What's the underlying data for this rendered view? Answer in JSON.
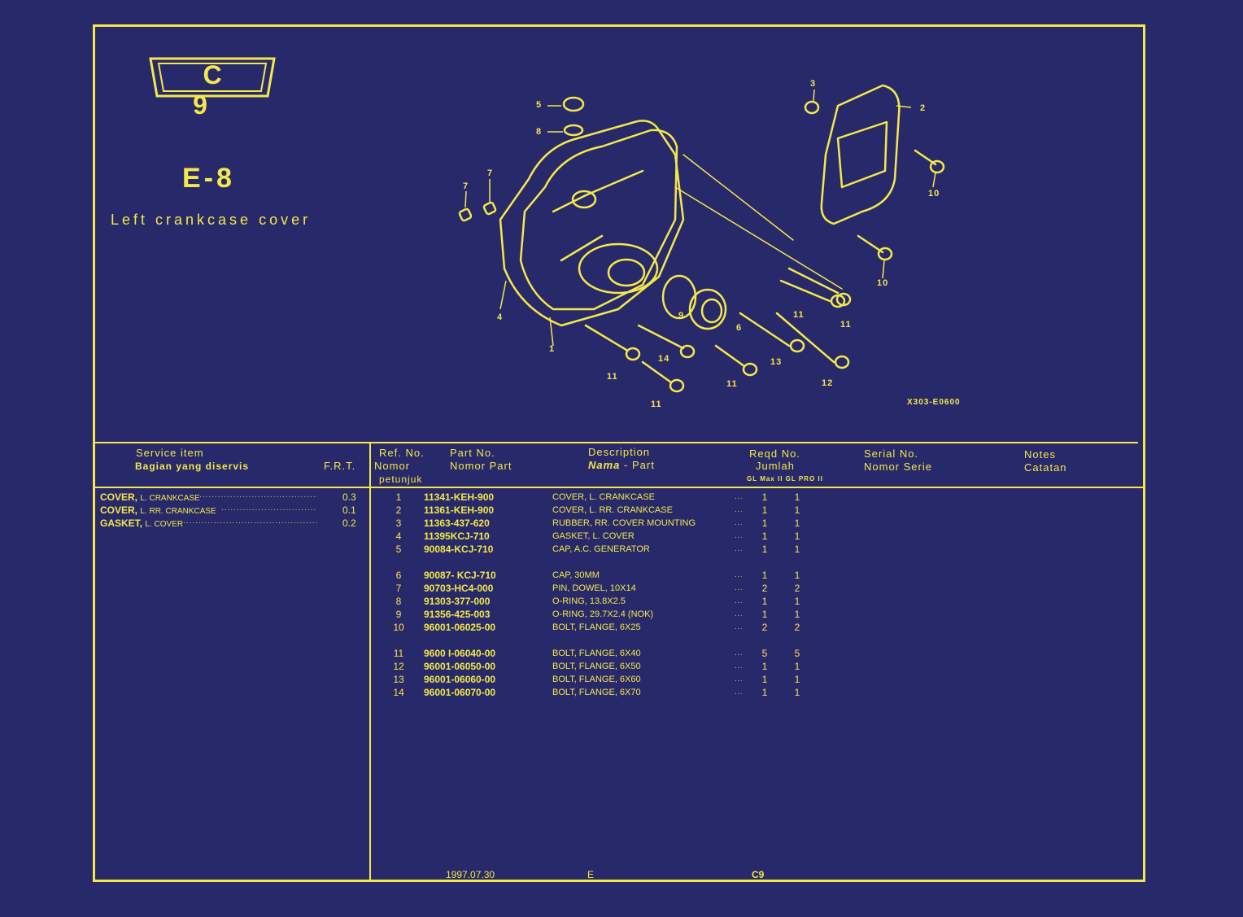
{
  "page": {
    "tag": "C 9",
    "section_code": "E-8",
    "section_title": "Left crankcase cover",
    "diagram_code": "X303-E0600"
  },
  "diagram": {
    "callouts": [
      "5",
      "8",
      "7",
      "7",
      "4",
      "1",
      "11",
      "11",
      "14",
      "11",
      "9",
      "6",
      "13",
      "12",
      "11",
      "11",
      "10",
      "10",
      "2",
      "3"
    ]
  },
  "service": {
    "header": {
      "title": "Service item",
      "subtitle": "Bagian yang diservis",
      "frt": "F.R.T."
    },
    "items": [
      {
        "name": "COVER,",
        "desc": "L. CRANKCASE",
        "frt": "0.3"
      },
      {
        "name": "COVER,",
        "desc": "L. RR. CRANKCASE",
        "frt": "0.1"
      },
      {
        "name": "GASKET,",
        "desc": "L. COVER",
        "frt": "0.2"
      }
    ]
  },
  "parts": {
    "header": {
      "ref": "Ref. No.",
      "ref_sub1": "Nomor",
      "ref_sub2": "petunjuk",
      "part": "Part No.",
      "part_sub": "Nomor Part",
      "desc": "Description",
      "desc_sub_bold": "Nama",
      "desc_sub": "- Part",
      "qty": "Reqd No.",
      "qty_sub": "Jumlah",
      "qty_models": "GL Max II  GL PRO II",
      "serial": "Serial No.",
      "serial_sub": "Nomor Serie",
      "notes": "Notes",
      "notes_sub": "Catatan"
    },
    "rows": [
      {
        "ref": "1",
        "part": "11341-KEH-900",
        "desc": "COVER, L. CRANKCASE",
        "q1": "1",
        "q2": "1"
      },
      {
        "ref": "2",
        "part": "11361-KEH-900",
        "desc": "COVER, L. RR. CRANKCASE",
        "q1": "1",
        "q2": "1"
      },
      {
        "ref": "3",
        "part": "11363-437-620",
        "desc": "RUBBER, RR. COVER MOUNTING",
        "q1": "1",
        "q2": "1"
      },
      {
        "ref": "4",
        "part": "11395KCJ-710",
        "desc": "GASKET, L. COVER",
        "q1": "1",
        "q2": "1"
      },
      {
        "ref": "5",
        "part": "90084-KCJ-710",
        "desc": "CAP, A.C. GENERATOR",
        "q1": "1",
        "q2": "1"
      },
      {
        "ref": "6",
        "part": "90087- KCJ-710",
        "desc": "CAP, 30MM",
        "q1": "1",
        "q2": "1"
      },
      {
        "ref": "7",
        "part": "90703-HC4-000",
        "desc": "PIN, DOWEL, 10X14",
        "q1": "2",
        "q2": "2"
      },
      {
        "ref": "8",
        "part": "91303-377-000",
        "desc": "O-RING, 13.8X2.5",
        "q1": "1",
        "q2": "1"
      },
      {
        "ref": "9",
        "part": "91356-425-003",
        "desc": "O-RING, 29.7X2.4 (NOK)",
        "q1": "1",
        "q2": "1"
      },
      {
        "ref": "10",
        "part": "96001-06025-00",
        "desc": "BOLT, FLANGE, 6X25",
        "q1": "2",
        "q2": "2"
      },
      {
        "ref": "11",
        "part": "9600 I-06040-00",
        "desc": "BOLT, FLANGE, 6X40",
        "q1": "5",
        "q2": "5"
      },
      {
        "ref": "12",
        "part": "96001-06050-00",
        "desc": "BOLT, FLANGE, 6X50",
        "q1": "1",
        "q2": "1"
      },
      {
        "ref": "13",
        "part": "96001-06060-00",
        "desc": "BOLT, FLANGE, 6X60",
        "q1": "1",
        "q2": "1"
      },
      {
        "ref": "14",
        "part": "96001-06070-00",
        "desc": "BOLT, FLANGE, 6X70",
        "q1": "1",
        "q2": "1"
      }
    ]
  },
  "footer": {
    "date": "1997.07.30",
    "letter": "E",
    "page": "C9"
  },
  "colors": {
    "background": "#27296a",
    "ink": "#f5e84a"
  }
}
